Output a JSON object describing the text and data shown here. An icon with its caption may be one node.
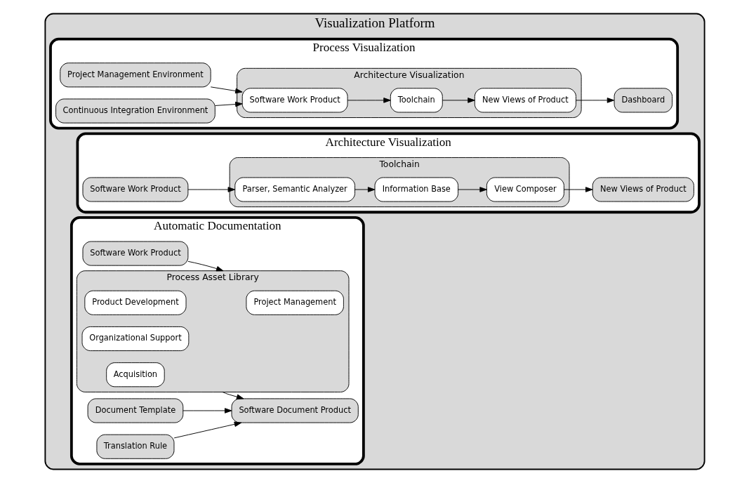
{
  "diagram": {
    "nodes": [
      {
        "text": [
          "Visualization Platform"
        ]
      },
      {
        "text": [
          "Process Visualization"
        ],
        "in": 0
      },
      {
        "text": [
          "Project Management Environment"
        ],
        "in": 1
      },
      {
        "text": [
          "Continuous Integration Environment"
        ],
        "in": 1
      },
      {
        "text": [
          "Architecture Visualization"
        ],
        "in": 1
      },
      {
        "text": [
          "Software Work Product"
        ],
        "in": 4
      },
      {
        "text": [
          "Toolchain"
        ],
        "in": 4
      },
      {
        "text": [
          "New Views of Product"
        ],
        "in": 4
      },
      {
        "text": [
          "Dashboard"
        ],
        "in": 1
      },
      {
        "text": [
          "Architecture Visualization"
        ],
        "in": 0
      },
      {
        "text": [
          "Software Work Product"
        ],
        "in": 9
      },
      {
        "text": [
          "Toolchain"
        ],
        "in": 9
      },
      {
        "text": [
          "Parser, Semantic Analyzer"
        ],
        "in": 11
      },
      {
        "text": [
          "Information Base"
        ],
        "in": 11
      },
      {
        "text": [
          "View Composer"
        ],
        "in": 11
      },
      {
        "text": [
          "New Views of Product"
        ],
        "in": 9
      },
      {
        "text": [
          "Automatic Documentation"
        ],
        "in": 0
      },
      {
        "text": [
          "Software Work Product"
        ],
        "in": 16
      },
      {
        "text": [
          "Process Asset Library"
        ],
        "in": 16
      },
      {
        "text": [
          "Project Management"
        ],
        "in": 18
      },
      {
        "text": [
          "Product Development"
        ],
        "in": 18
      },
      {
        "text": [
          "Organizational Support"
        ],
        "in": 18
      },
      {
        "text": [
          "Acquisition"
        ],
        "in": 18
      },
      {
        "text": [
          "Document Template"
        ],
        "in": 16
      },
      {
        "text": [
          "Translation Rule"
        ],
        "in": 16
      },
      {
        "text": [
          "Software Document Product"
        ],
        "in": 16
      }
    ],
    "edges": [
      {
        "from": 2,
        "to": 5,
        "arrow": "to"
      },
      {
        "from": 3,
        "to": 5,
        "arrow": "to"
      },
      {
        "from": 5,
        "to": 6,
        "arrow": "to"
      },
      {
        "from": 6,
        "to": 7,
        "arrow": "to"
      },
      {
        "from": 7,
        "to": 8,
        "arrow": "to"
      },
      {
        "from": 10,
        "to": 12,
        "arrow": "to"
      },
      {
        "from": 12,
        "to": 13,
        "arrow": "to"
      },
      {
        "from": 13,
        "to": 14,
        "arrow": "to"
      },
      {
        "from": 14,
        "to": 15,
        "arrow": "to"
      },
      {
        "from": 17,
        "to": 18,
        "arrow": "to"
      },
      {
        "from": 18,
        "to": 25,
        "arrow": "to"
      },
      {
        "from": 23,
        "to": 25,
        "arrow": "to"
      },
      {
        "from": 24,
        "to": 25,
        "arrow": "to"
      }
    ]
  }
}
